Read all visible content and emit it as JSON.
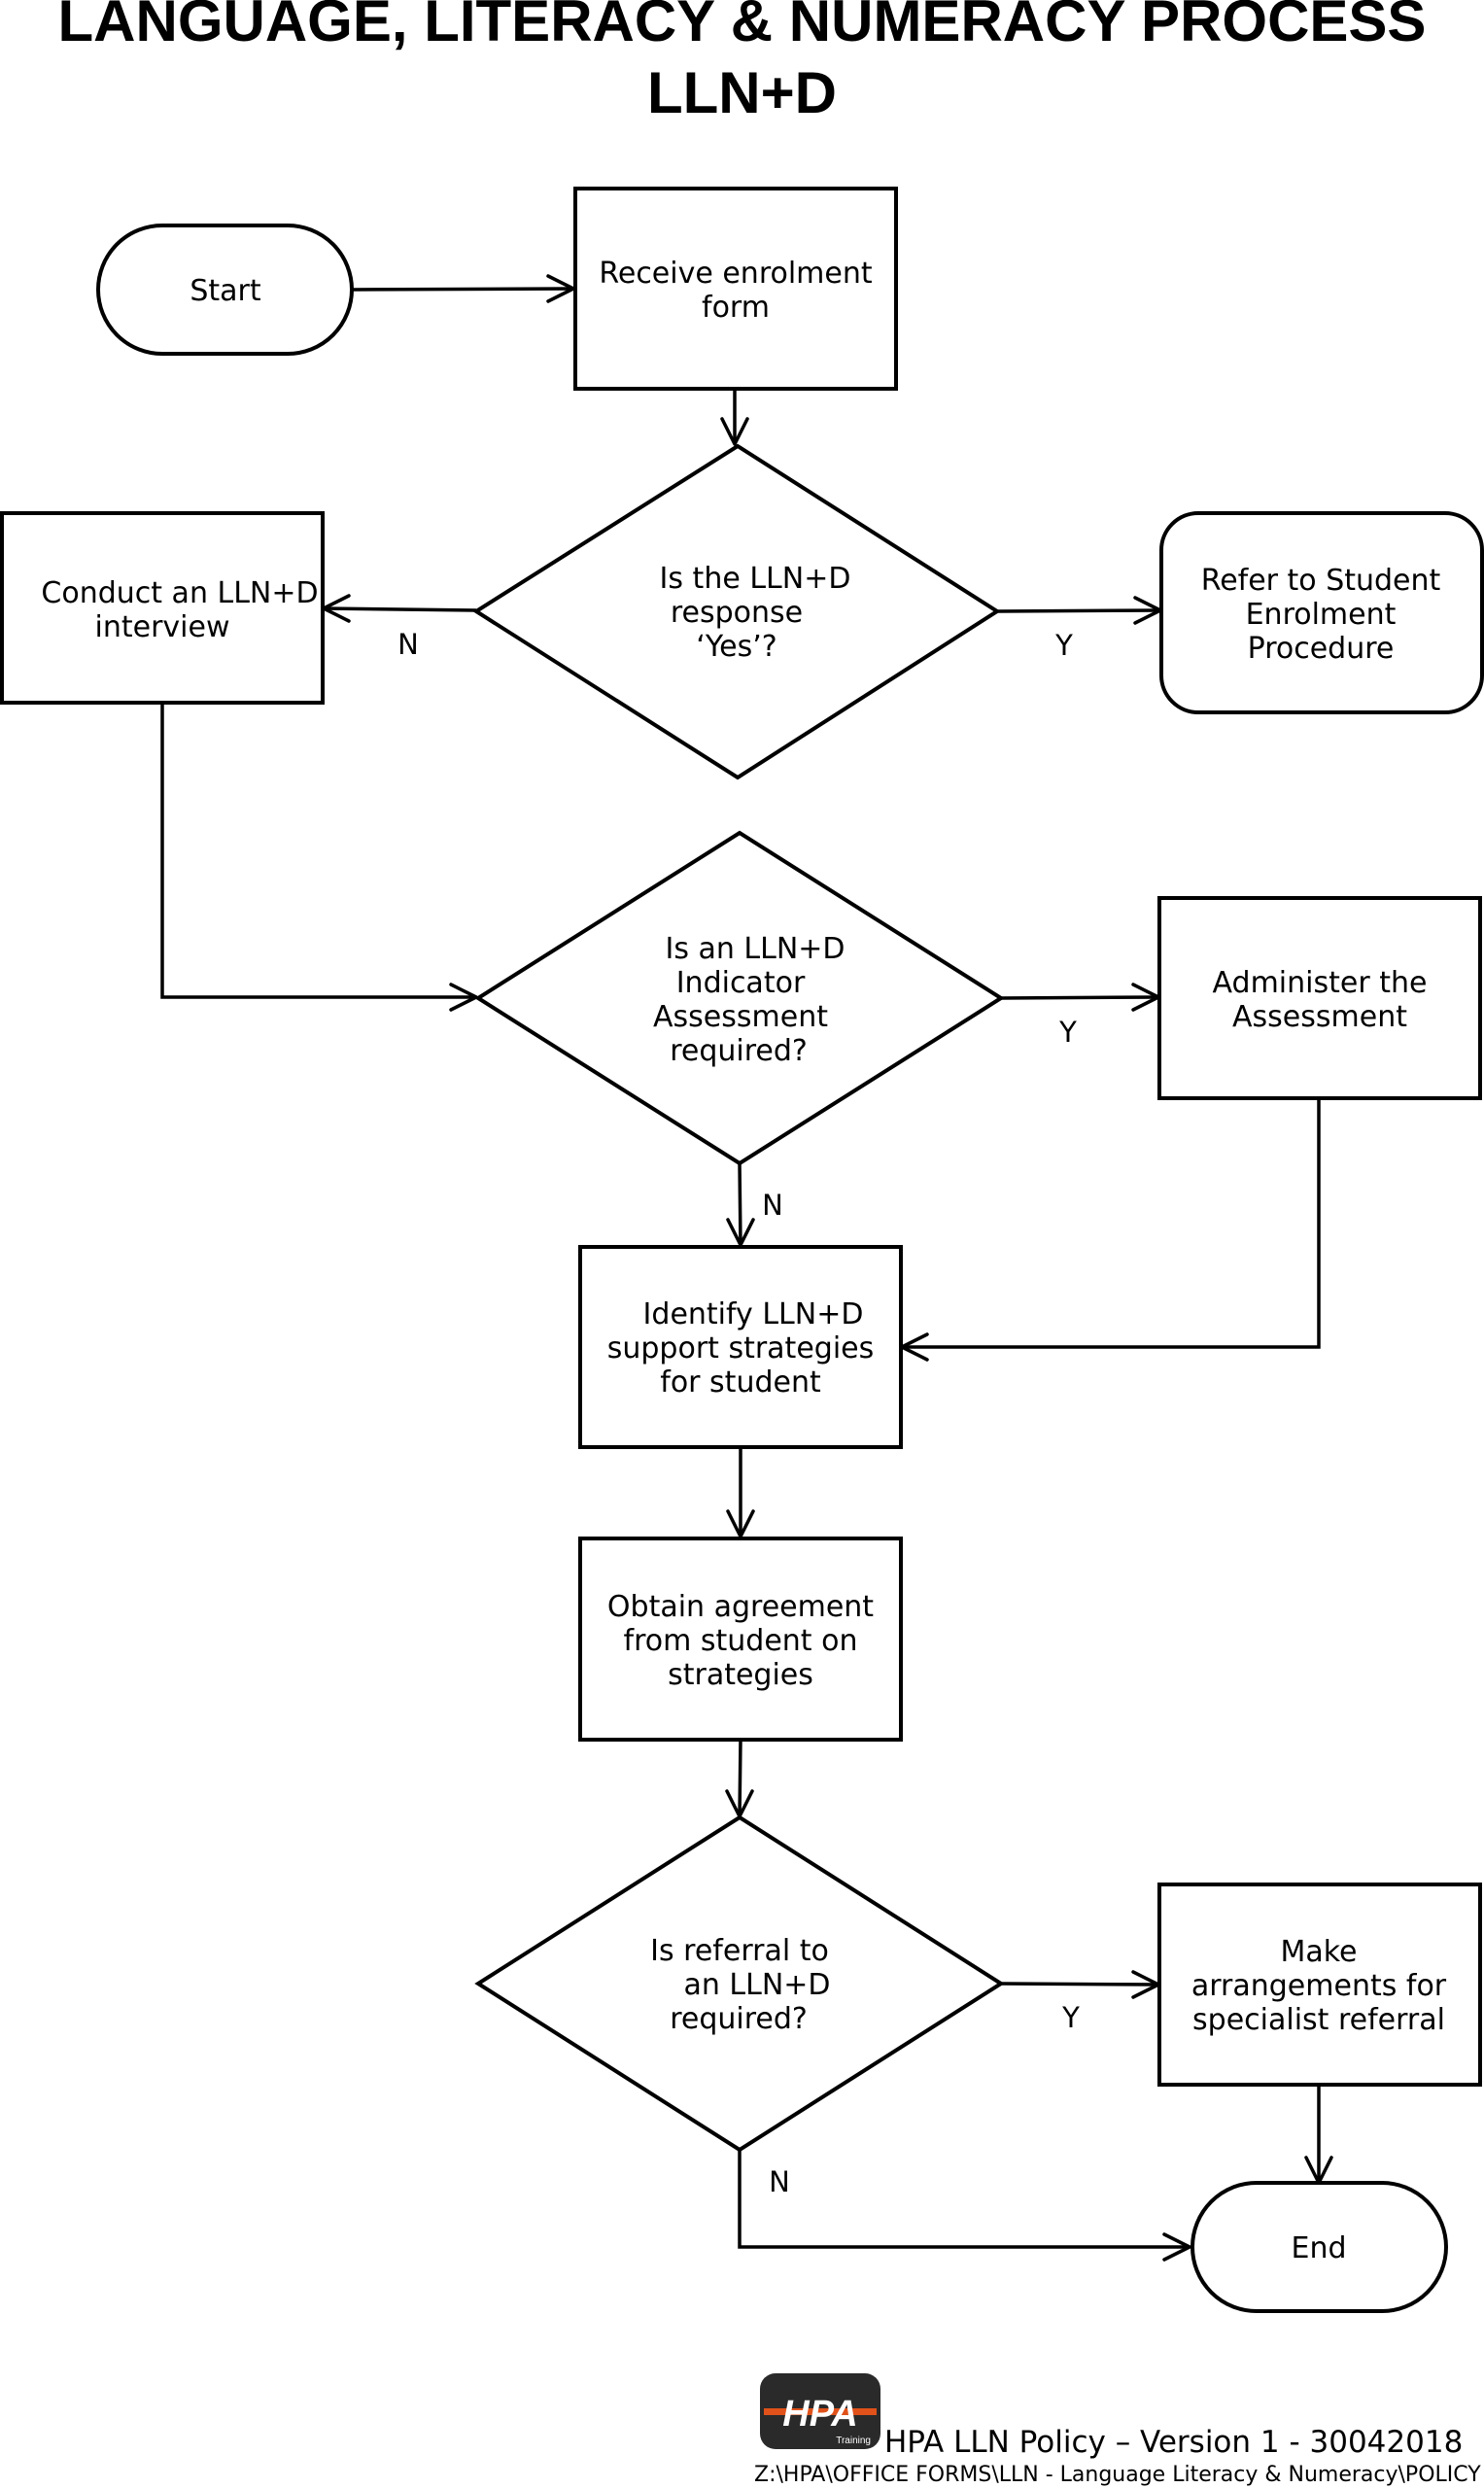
{
  "title": {
    "line1": "LANGUAGE, LITERACY & NUMERACY PROCESS",
    "line2": "LLN+D"
  },
  "nodes": {
    "start": "Start",
    "receive": [
      "Receive enrolment",
      "form"
    ],
    "decision_response": [
      "Is the LLN+D",
      "response",
      "‘Yes’?"
    ],
    "conduct": [
      "Conduct an LLN+D",
      "interview"
    ],
    "refer": [
      "Refer to Student",
      "Enrolment",
      "Procedure"
    ],
    "decision_assessment": [
      "Is an LLN+D",
      "Indicator",
      "Assessment",
      "required?"
    ],
    "administer": [
      "Administer the",
      "Assessment"
    ],
    "identify": [
      "Identify LLN+D",
      "support strategies",
      "for student"
    ],
    "obtain": [
      "Obtain agreement",
      "from student on",
      "strategies"
    ],
    "decision_referral": [
      "Is referral to",
      "an LLN+D",
      "required?"
    ],
    "arrangements": [
      "Make",
      "arrangements for",
      "specialist referral"
    ],
    "end": "End"
  },
  "edge_labels": {
    "response_no": "N",
    "response_yes": "Y",
    "assessment_yes": "Y",
    "assessment_no": "N",
    "referral_yes": "Y",
    "referral_no": "N"
  },
  "footer": {
    "logo_text": "HPA",
    "logo_subtext": "Training",
    "version": "HPA LLN Policy – Version 1 - 30042018",
    "path": "Z:\\HPA\\OFFICE FORMS\\LLN - Language Literacy & Numeracy\\POLICY"
  },
  "colors": {
    "logo_dark": "#2a2a2a",
    "logo_accent": "#e0521a"
  }
}
